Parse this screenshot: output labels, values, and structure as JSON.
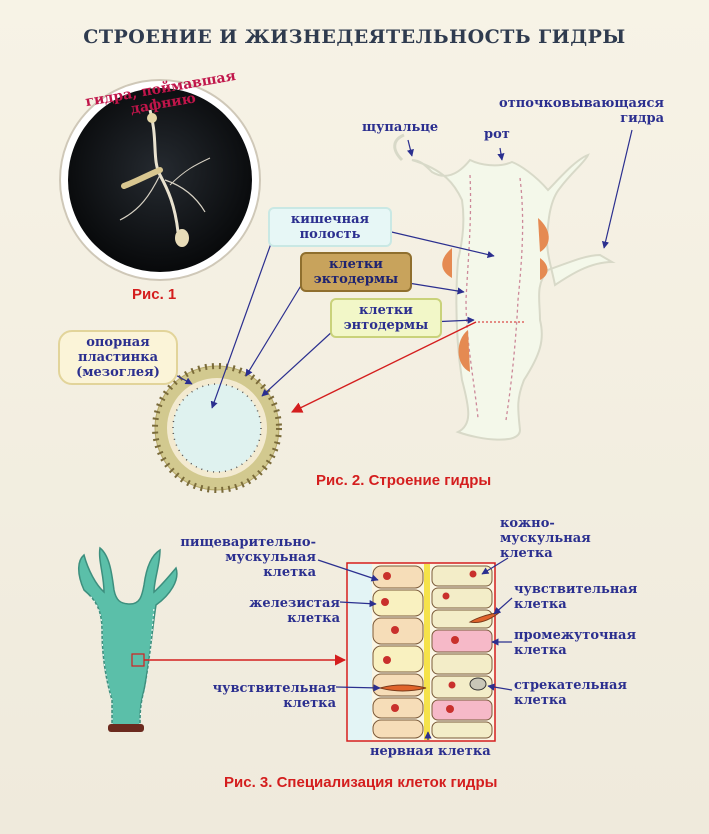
{
  "title": "СТРОЕНИЕ И ЖИЗНЕДЕЯТЕЛЬНОСТЬ ГИДРЫ",
  "fig1": {
    "arc_text": "гидра, поймавшая дафнию",
    "caption": "Рис. 1"
  },
  "fig2": {
    "caption": "Рис. 2.  Строение гидры",
    "labels": {
      "tentacle": "щупальце",
      "mouth": "рот",
      "budding_1": "отпочковывающаяся",
      "budding_2": "гидра",
      "gut_1": "кишечная",
      "gut_2": "полость",
      "ecto_1": "клетки",
      "ecto_2": "эктодермы",
      "endo_1": "клетки",
      "endo_2": "энтодермы",
      "meso_1": "опорная",
      "meso_2": "пластинка",
      "meso_3": "(мезоглея)"
    }
  },
  "fig3": {
    "caption": "Рис. 3.  Специализация клеток гидры",
    "labels": {
      "digestive_1": "пищеварительно-",
      "digestive_2": "мускульная",
      "digestive_3": "клетка",
      "gland_1": "железистая",
      "gland_2": "клетка",
      "sensory_left_1": "чувствительная",
      "sensory_left_2": "клетка",
      "nerve": "нервная клетка",
      "skin_1": "кожно-",
      "skin_2": "мускульная",
      "skin_3": "клетка",
      "sensory_right_1": "чувствительная",
      "sensory_right_2": "клетка",
      "interm_1": "промежуточная",
      "interm_2": "клетка",
      "sting_1": "стрекательная",
      "sting_2": "клетка"
    }
  },
  "colors": {
    "label": "#2b2f8f",
    "caption": "#d41e1e",
    "pointer": "#2b2f8f",
    "red_arrow": "#d41e1e"
  }
}
